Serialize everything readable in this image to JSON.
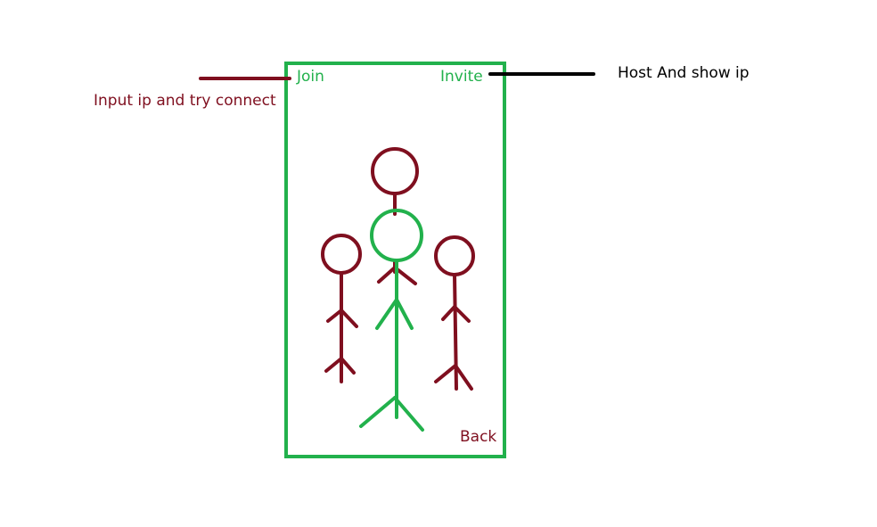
{
  "screen": {
    "join_label": "Join",
    "invite_label": "Invite",
    "back_label": "Back"
  },
  "annotations": {
    "join_note": "Input ip and try connect",
    "invite_note": "Host And show ip"
  },
  "colors": {
    "frame_green": "#22b14c",
    "dark_red": "#7f0f1f",
    "black": "#000000"
  },
  "icons": [
    "stick-figure-left-icon",
    "stick-figure-back-icon",
    "stick-figure-player-icon",
    "stick-figure-right-icon"
  ]
}
